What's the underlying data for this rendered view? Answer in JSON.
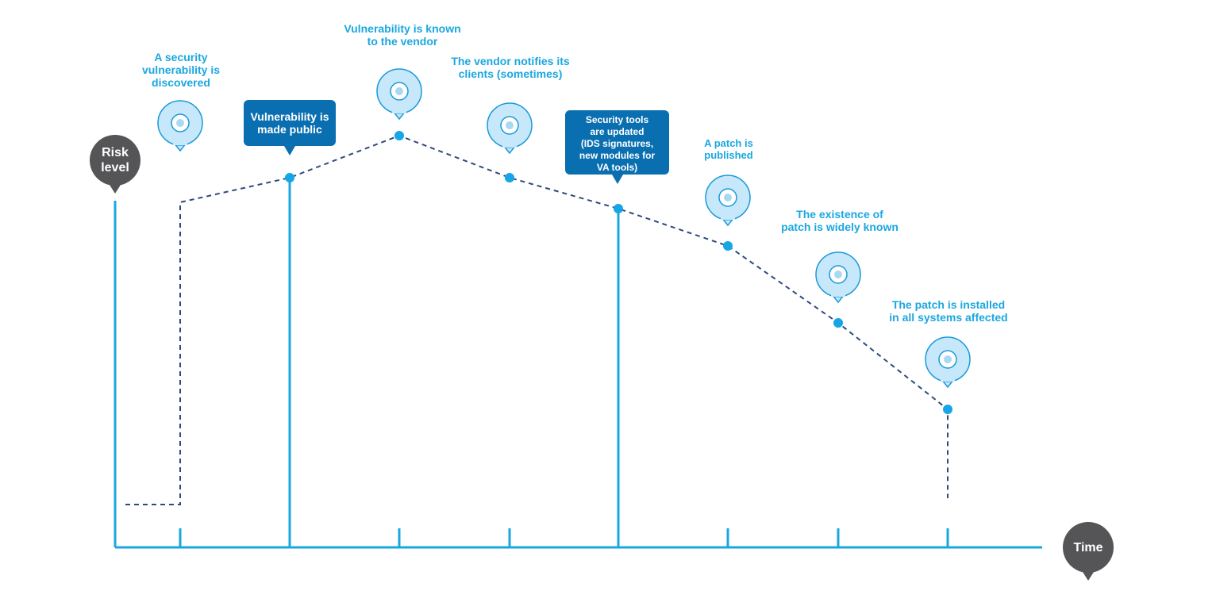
{
  "axis": {
    "y_label": "Risk\nlevel",
    "x_label": "Time"
  },
  "colors": {
    "axis": "#1aa7e0",
    "dashed_line": "#2e4a7d",
    "point": "#14a6e6",
    "pin_fill": "#c7e8fa",
    "label_text": "#1aa7e0",
    "callout_fill": "#0a6fb0",
    "bubble_fill": "#555557"
  },
  "events": [
    {
      "label": "A security\nvulnerability is\ndiscovered",
      "style": "pin",
      "risk_level": 0.105
    },
    {
      "label": "Vulnerability is\nmade public",
      "style": "callout",
      "risk_level": 0.885
    },
    {
      "label": "Vulnerability is known\nto the vendor",
      "style": "pin",
      "risk_level": 1.0
    },
    {
      "label": "The vendor notifies its\nclients (sometimes)",
      "style": "pin",
      "risk_level": 0.885
    },
    {
      "label": "Security tools\nare updated\n(IDS signatures,\nnew modules for\nVA tools)",
      "style": "callout",
      "risk_level": 0.8
    },
    {
      "label": "A patch is\npublished",
      "style": "pin",
      "risk_level": 0.7
    },
    {
      "label": "The existence of\npatch is widely known",
      "style": "pin",
      "risk_level": 0.49
    },
    {
      "label": "The patch is installed\nin all systems affected",
      "style": "pin",
      "risk_level": 0.25
    }
  ]
}
